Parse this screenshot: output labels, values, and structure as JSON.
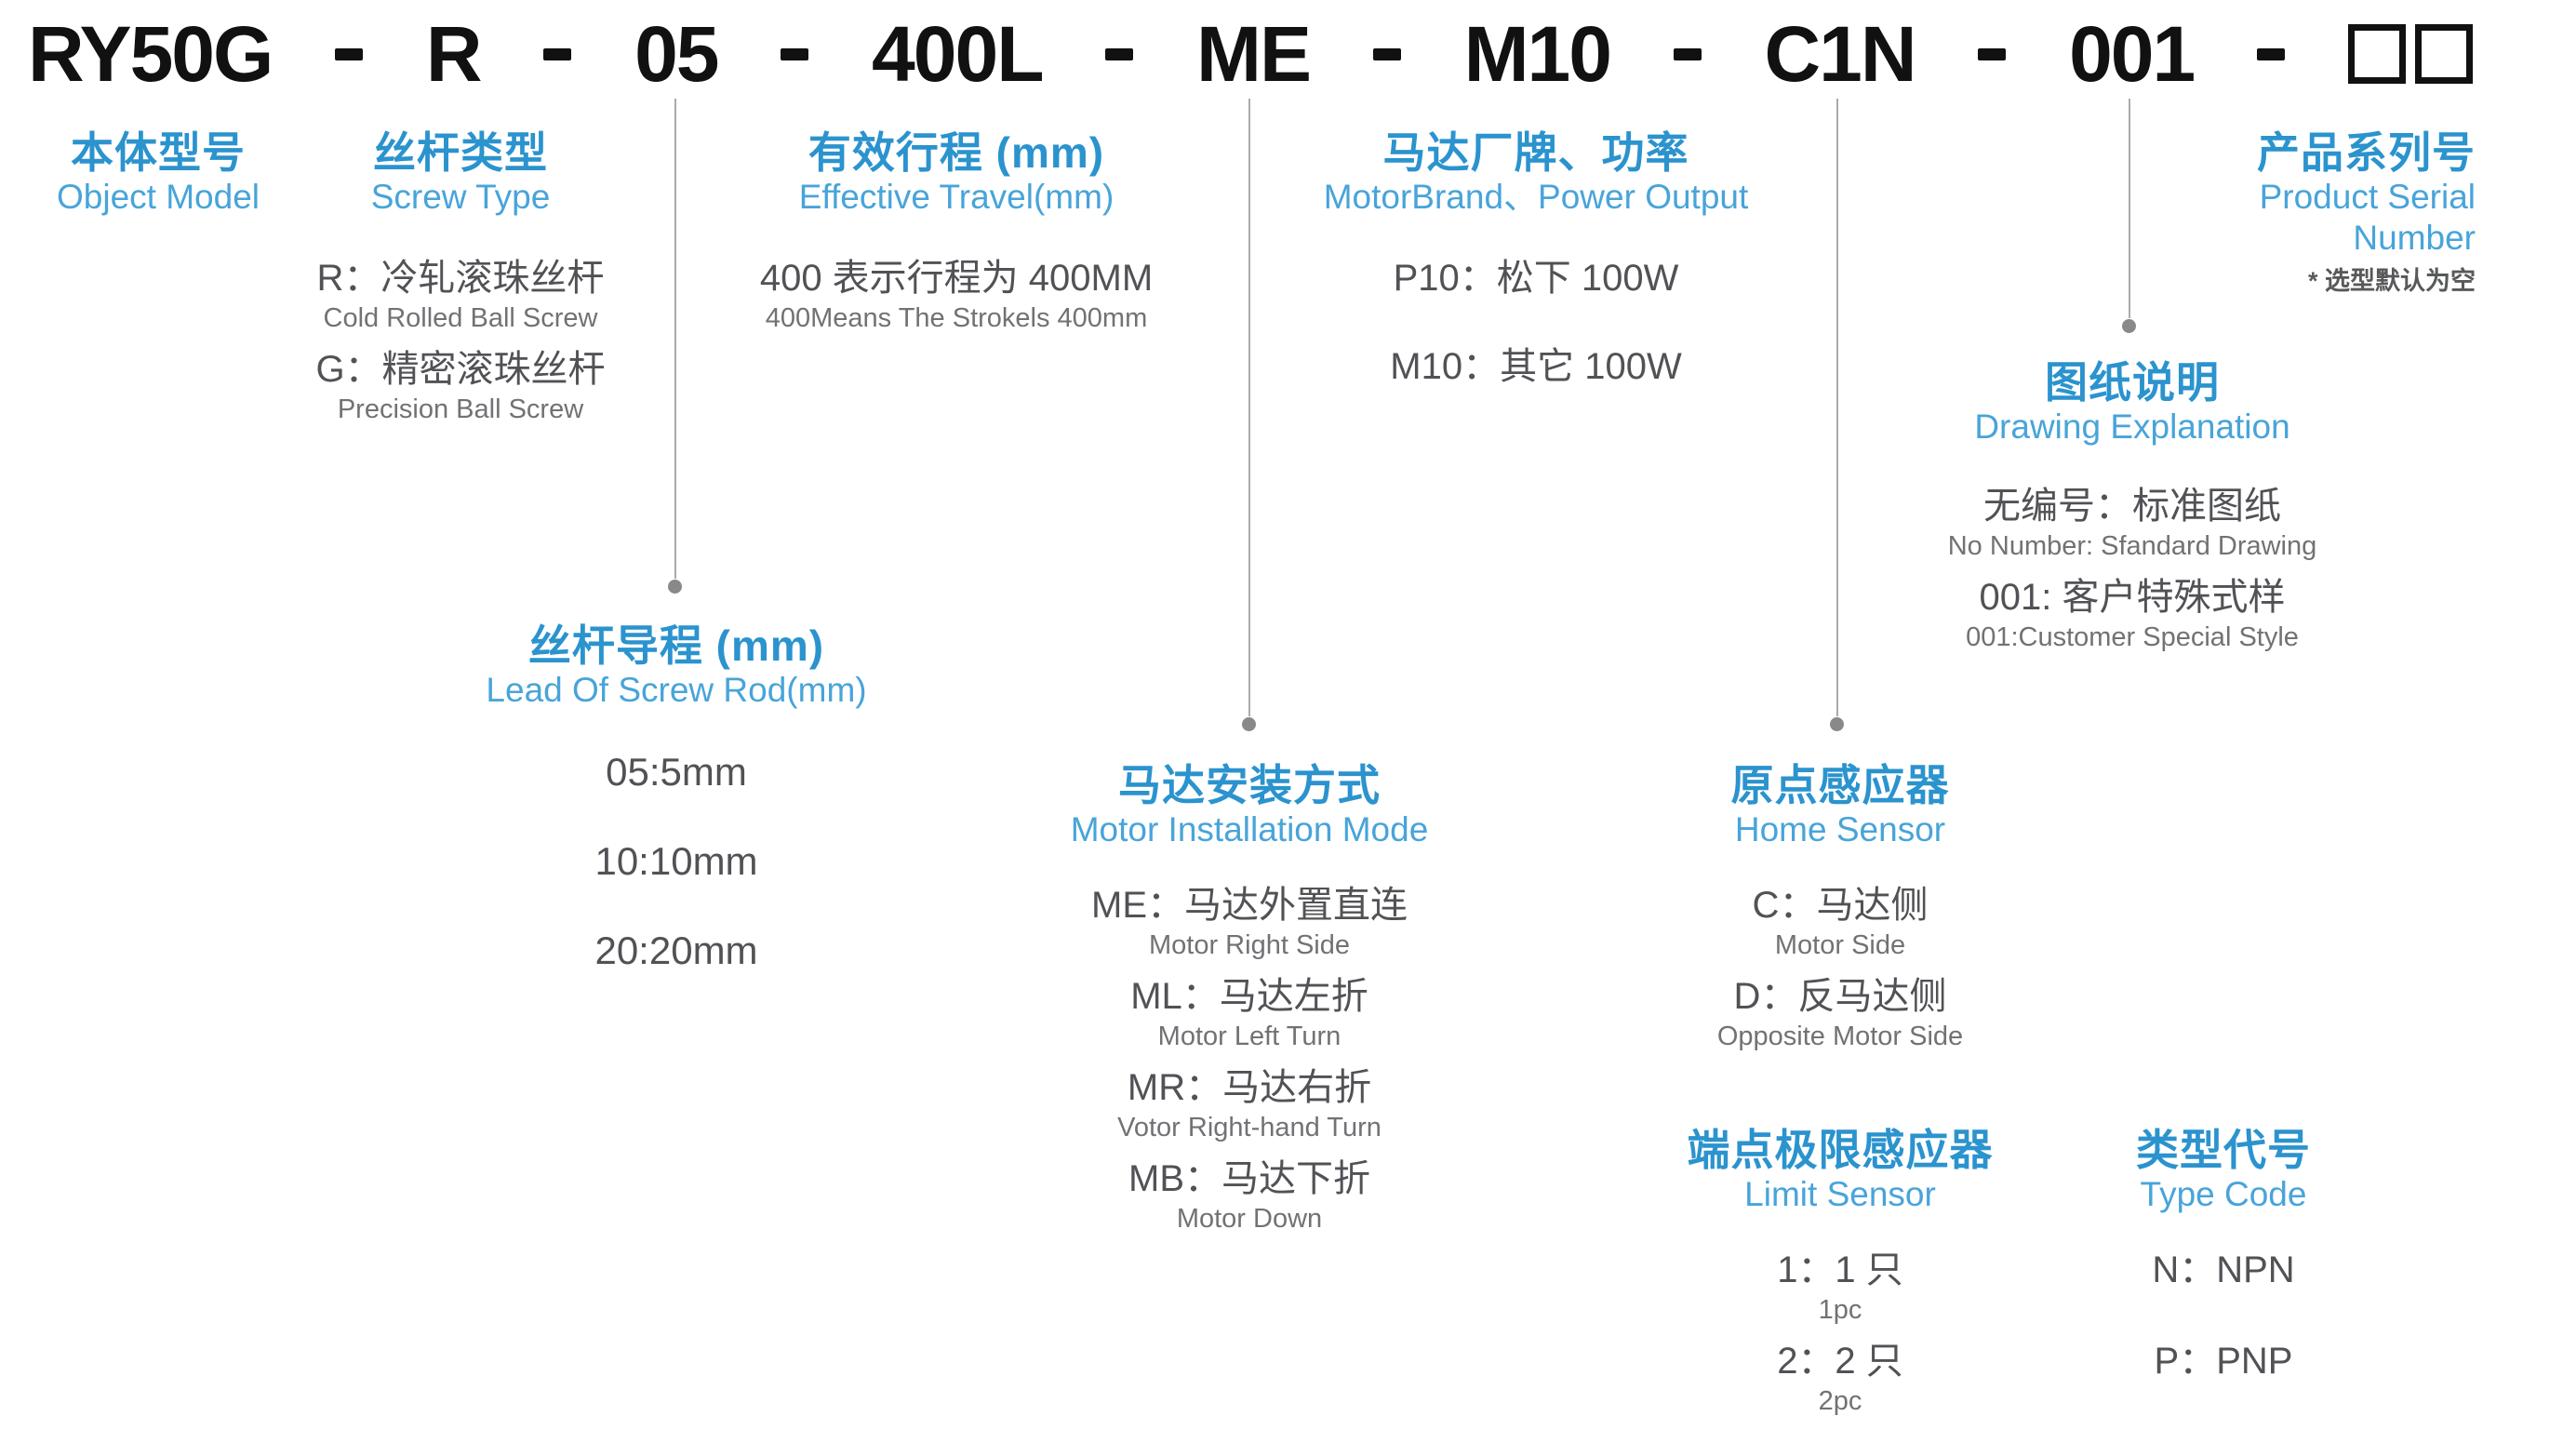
{
  "colors": {
    "accent": "#2B93CE",
    "accent_light": "#48A4D9",
    "title_text": "#111111",
    "option_text": "#515256",
    "option_subtext": "#717275",
    "note_text": "#58595B",
    "connector": "#ABABAD",
    "connector_dot": "#88898B"
  },
  "model_code": {
    "segments": [
      "RY50G",
      "R",
      "05",
      "400L",
      "ME",
      "M10",
      "C1N",
      "001"
    ],
    "separator": "-",
    "placeholder": "□□"
  },
  "sections": {
    "object_model": {
      "zh": "本体型号",
      "en": "Object Model"
    },
    "screw_type": {
      "zh": "丝杆类型",
      "en": "Screw Type",
      "options": [
        {
          "zh": "R：冷轧滚珠丝杆",
          "en": "Cold Rolled Ball Screw"
        },
        {
          "zh": "G：精密滚珠丝杆",
          "en": "Precision Ball Screw"
        }
      ]
    },
    "effective_travel": {
      "zh": "有效行程 (mm)",
      "en": "Effective Travel(mm)",
      "options": [
        {
          "zh": "400 表示行程为 400MM",
          "en": "400Means The Strokels 400mm"
        }
      ]
    },
    "motor_brand": {
      "zh": "马达厂牌、功率",
      "en": "MotorBrand、Power Output",
      "options": [
        {
          "zh": "P10：松下 100W"
        },
        {
          "zh": "M10：其它 100W"
        }
      ]
    },
    "product_serial": {
      "zh": "产品系列号",
      "en_line1": "Product Serial",
      "en_line2": "Number",
      "note": "* 选型默认为空"
    },
    "drawing_explanation": {
      "zh": "图纸说明",
      "en": "Drawing Explanation",
      "options": [
        {
          "zh": "无编号：标准图纸",
          "en": "No Number: Sfandard Drawing"
        },
        {
          "zh": "001: 客户特殊式样",
          "en": "001:Customer Special Style"
        }
      ]
    },
    "screw_lead": {
      "zh": "丝杆导程 (mm)",
      "en": "Lead Of Screw Rod(mm)",
      "options": [
        {
          "zh": "05:5mm"
        },
        {
          "zh": "10:10mm"
        },
        {
          "zh": "20:20mm"
        }
      ]
    },
    "motor_installation": {
      "zh": "马达安装方式",
      "en": "Motor Installation Mode",
      "options": [
        {
          "zh": "ME：马达外置直连",
          "en": "Motor Right Side"
        },
        {
          "zh": "ML：马达左折",
          "en": "Motor Left Turn"
        },
        {
          "zh": "MR：马达右折",
          "en": "Votor Right-hand Turn"
        },
        {
          "zh": "MB：马达下折",
          "en": "Motor Down"
        }
      ]
    },
    "home_sensor": {
      "zh": "原点感应器",
      "en": "Home Sensor",
      "options": [
        {
          "zh": "C：马达侧",
          "en": "Motor Side"
        },
        {
          "zh": "D：反马达侧",
          "en": "Opposite Motor Side"
        }
      ]
    },
    "limit_sensor": {
      "zh": "端点极限感应器",
      "en": "Limit Sensor",
      "options": [
        {
          "zh": "1：1 只",
          "en": "1pc"
        },
        {
          "zh": "2：2 只",
          "en": "2pc"
        }
      ]
    },
    "type_code": {
      "zh": "类型代号",
      "en": "Type Code",
      "options": [
        {
          "zh": "N：NPN"
        },
        {
          "zh": "P：PNP"
        }
      ]
    }
  }
}
